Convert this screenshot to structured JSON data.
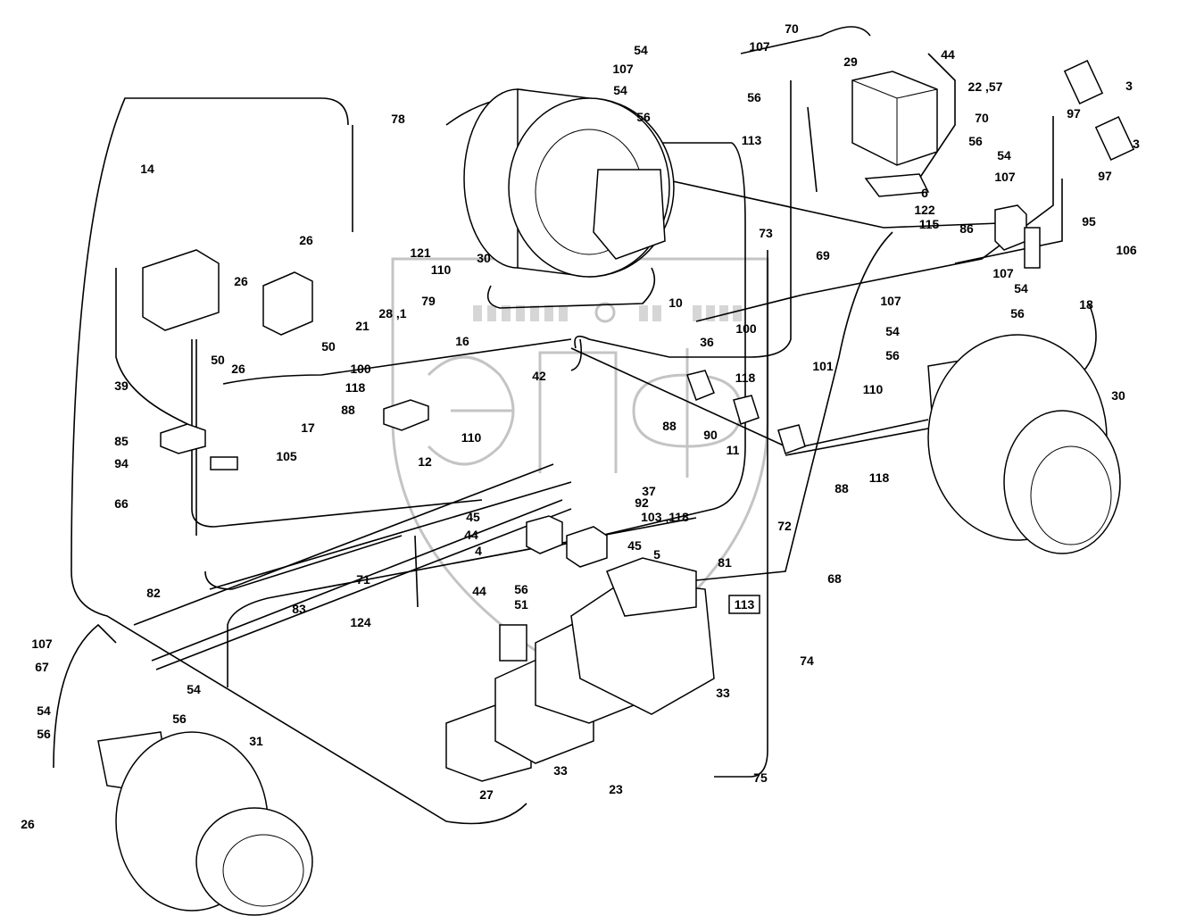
{
  "diagram": {
    "watermark": {
      "top_text": "ТЕХНИКА",
      "right_text": "ЗАПЧАСТИ",
      "logo_letters": "ЭПФ"
    },
    "boxed_label": "113",
    "labels": [
      "70",
      "54",
      "107",
      "107",
      "29",
      "44",
      "3",
      "54",
      "56",
      "22 ,57",
      "97",
      "78",
      "56",
      "70",
      "113",
      "3",
      "56",
      "54",
      "14",
      "107",
      "97",
      "6",
      "122",
      "115",
      "95",
      "86",
      "73",
      "26",
      "121",
      "106",
      "69",
      "30",
      "110",
      "107",
      "26",
      "54",
      "107",
      "79",
      "10",
      "18",
      "21",
      "28 ,1",
      "56",
      "100",
      "54",
      "50",
      "16",
      "36",
      "50",
      "26",
      "56",
      "100",
      "101",
      "39",
      "42",
      "118",
      "118",
      "110",
      "30",
      "88",
      "88",
      "90",
      "17",
      "85",
      "11",
      "110",
      "105",
      "12",
      "94",
      "88",
      "118",
      "37",
      "92",
      "66",
      "45",
      "103 ,118",
      "44",
      "72",
      "45",
      "4",
      "5",
      "81",
      "56",
      "68",
      "71",
      "44",
      "82",
      "51",
      "83",
      "124",
      "107",
      "67",
      "74",
      "54",
      "33",
      "54",
      "56",
      "56",
      "31",
      "75",
      "33",
      "23",
      "27",
      "26"
    ]
  }
}
